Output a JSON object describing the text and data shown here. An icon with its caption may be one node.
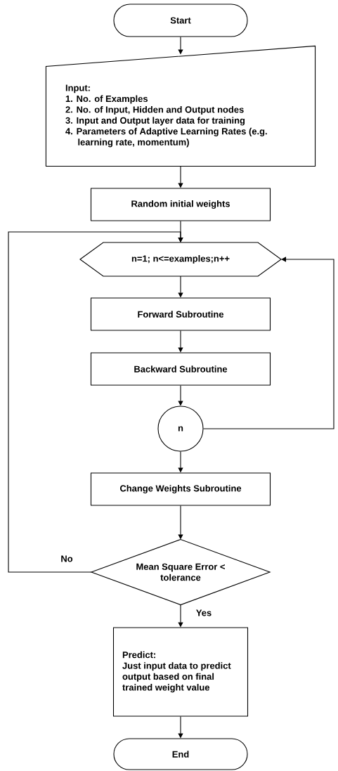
{
  "diagram": {
    "nodes": [
      {
        "text": [
          "Start"
        ]
      },
      {
        "text": [
          "Input:",
          "1. No. of Examples",
          "2. No. of Input, Hidden and Output nodes",
          "3. Input and Output layer data for training",
          "4. Parameters of Adaptive Learning Rates (e.g. learning rate, momentum)"
        ]
      },
      {
        "text": [
          "Random initial weights"
        ]
      },
      {
        "text": [
          "n=1; n<=examples;n++"
        ]
      },
      {
        "text": [
          "Forward Subroutine"
        ]
      },
      {
        "text": [
          "Backward Subroutine"
        ]
      },
      {
        "text": [
          "n"
        ]
      },
      {
        "text": [
          "Change Weights Subroutine"
        ]
      },
      {
        "text": [
          "Mean Square Error < tolerance"
        ]
      },
      {
        "text": [
          "Predict:",
          "Just input data to predict output based on final trained weight value"
        ]
      },
      {
        "text": [
          "End"
        ]
      }
    ],
    "edges": [
      {
        "from": 0,
        "to": 1,
        "arrow": "to"
      },
      {
        "from": 1,
        "to": 2,
        "arrow": "to"
      },
      {
        "from": 2,
        "to": 3,
        "arrow": "to"
      },
      {
        "from": 3,
        "to": 4,
        "arrow": "to"
      },
      {
        "from": 4,
        "to": 5,
        "arrow": "to"
      },
      {
        "from": 5,
        "to": 6,
        "arrow": "to"
      },
      {
        "from": 6,
        "to": 3,
        "arrow": "to"
      },
      {
        "from": 6,
        "to": 7,
        "arrow": "to"
      },
      {
        "from": 7,
        "to": 8,
        "arrow": "to"
      },
      {
        "from": 8,
        "to": 3,
        "arrow": "to",
        "label": "No"
      },
      {
        "from": 8,
        "to": 9,
        "arrow": "to",
        "label": "Yes"
      },
      {
        "from": 9,
        "to": 10,
        "arrow": "to"
      }
    ]
  }
}
